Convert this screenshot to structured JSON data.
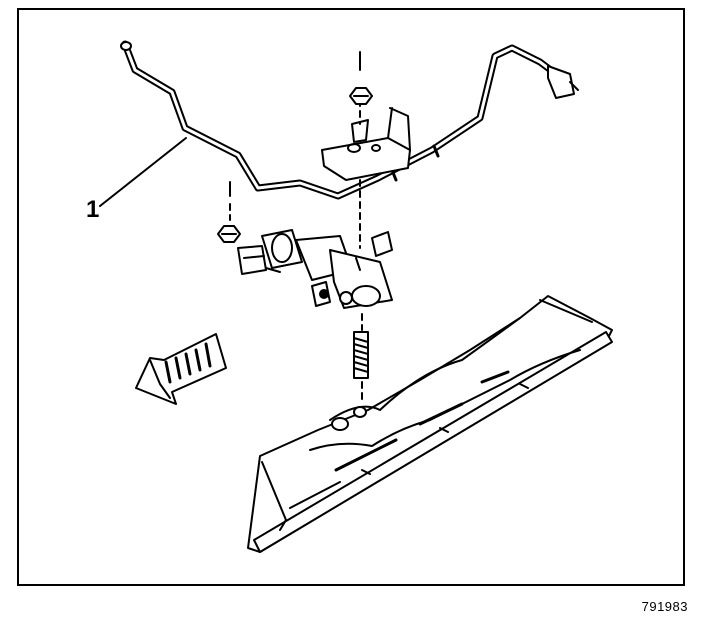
{
  "diagram": {
    "callouts": [
      {
        "label": "1",
        "target": "fuel-feed-line"
      }
    ],
    "figure_number": "791983",
    "colors": {
      "line": "#000000",
      "background": "#ffffff"
    }
  }
}
